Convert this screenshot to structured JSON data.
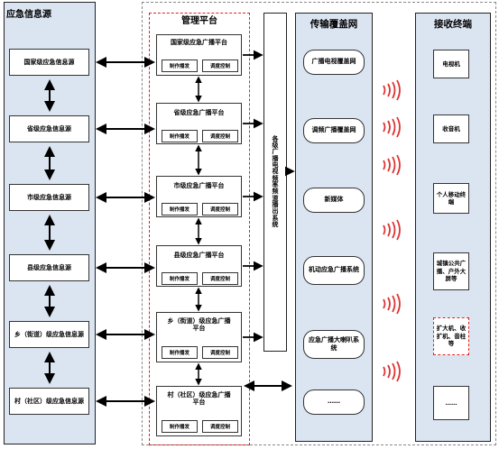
{
  "sources": {
    "title": "应急信息源",
    "items": [
      {
        "label": "国家级应急信息源"
      },
      {
        "label": "省级应急信息源"
      },
      {
        "label": "市级应急信息源"
      },
      {
        "label": "县级应急信息源"
      },
      {
        "label": "乡（街道）级应急信息源"
      },
      {
        "label": "村（社区）级应急信息源"
      }
    ]
  },
  "platforms": {
    "title": "管理平台",
    "items": [
      {
        "title": "国家级应急广播平台",
        "left": "制作播发",
        "right": "调度控制"
      },
      {
        "title": "省级应急广播平台",
        "left": "制作播发",
        "right": "调度控制"
      },
      {
        "title": "市级应急广播平台",
        "left": "制作播发",
        "right": "调度控制"
      },
      {
        "title": "县级应急广播平台",
        "left": "制作播发",
        "right": "调度控制"
      },
      {
        "title": "乡（街道）级应急广播平台",
        "left": "制作播发",
        "right": "调度控制"
      },
      {
        "title": "村（社区）级应急广播平台",
        "left": "制作播发",
        "right": "调度控制"
      }
    ]
  },
  "bar": {
    "label": "各级广播电视频率频道播出系统"
  },
  "networks": {
    "title": "传输覆盖网",
    "items": [
      {
        "label": "广播电视覆盖网"
      },
      {
        "label": "调频广播覆盖网"
      },
      {
        "label": "新媒体"
      },
      {
        "label": "机动应急广播系统"
      },
      {
        "label": "应急广播大喇叭系统"
      },
      {
        "label": "……"
      }
    ]
  },
  "terminals": {
    "title": "接收终端",
    "items": [
      {
        "label": "电视机"
      },
      {
        "label": "收音机"
      },
      {
        "label": "个人移动终端"
      },
      {
        "label": "城镇公共广播、户外大屏等"
      },
      {
        "label": "扩大机、收扩机、音柱等"
      },
      {
        "label": "……"
      }
    ]
  }
}
